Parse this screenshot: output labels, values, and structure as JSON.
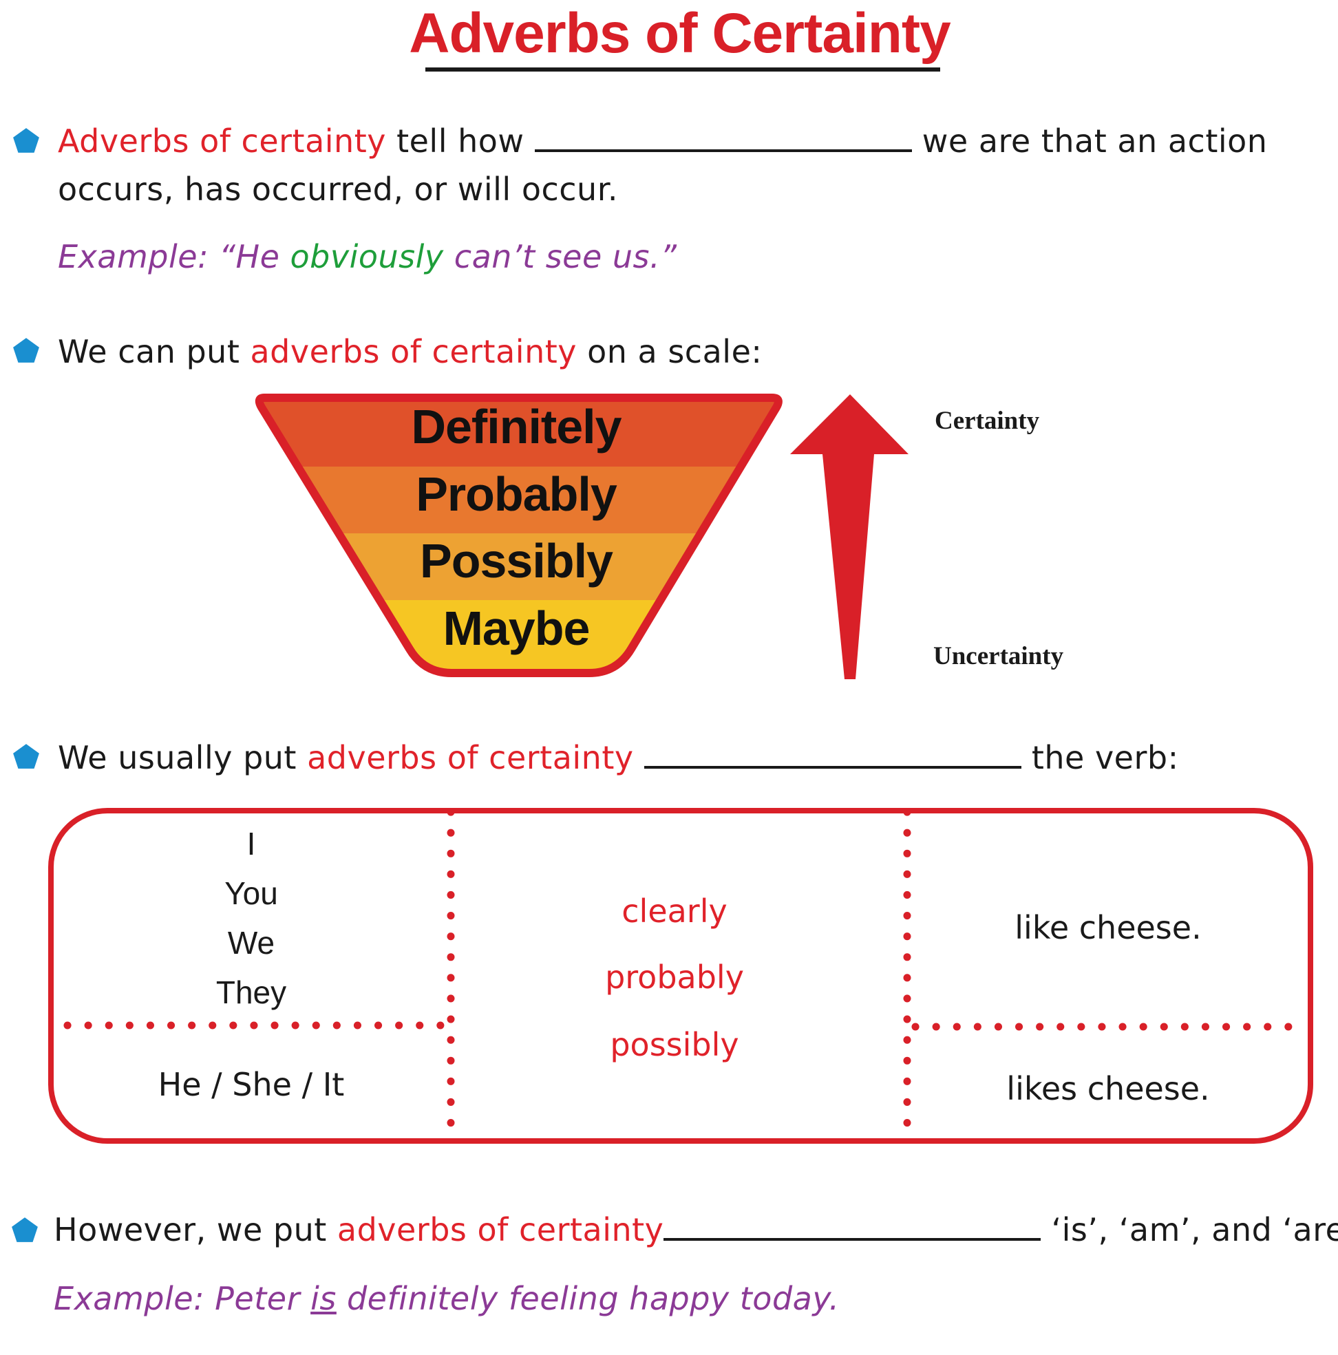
{
  "title": "Adverbs of Certainty",
  "section1": {
    "term": "Adverbs of certainty",
    "text_a": " tell how ",
    "text_b": " we are that an action",
    "text_c": "occurs, has occurred, or will occur.",
    "example_a": "Example: “He ",
    "example_adverb": "obviously",
    "example_b": " can’t see us.”"
  },
  "section2": {
    "text_a": "We can put ",
    "term": "adverbs of certainty",
    "text_b": " on a scale:",
    "levels": [
      "Definitely",
      "Probably",
      "Possibly",
      "Maybe"
    ],
    "level_colors": [
      "#e0512a",
      "#e8782f",
      "#eda233",
      "#f6c623"
    ],
    "top_label": "Certainty",
    "bottom_label": "Uncertainty"
  },
  "section3": {
    "text_a": "We usually put ",
    "term": "adverbs of certainty",
    "text_b": " the verb:",
    "table": {
      "subjects_plural": [
        "I",
        "You",
        "We",
        "They"
      ],
      "subject_singular": "He / She / It",
      "adverbs": [
        "clearly",
        "probably",
        "possibly"
      ],
      "verb_plural": "like cheese.",
      "verb_singular": "likes cheese."
    }
  },
  "section4": {
    "text_a": "However, we put ",
    "term": "adverbs of certainty",
    "text_b": " ‘is’, ‘am’, and ‘are’.",
    "example_a": "Example: Peter ",
    "example_verb": "is",
    "example_b": " definitely feeling happy today."
  },
  "colors": {
    "accent_red": "#e0222a",
    "bullet_blue": "#1a8fd0",
    "example_purple": "#8b3a96",
    "example_green": "#1e9e3a"
  }
}
